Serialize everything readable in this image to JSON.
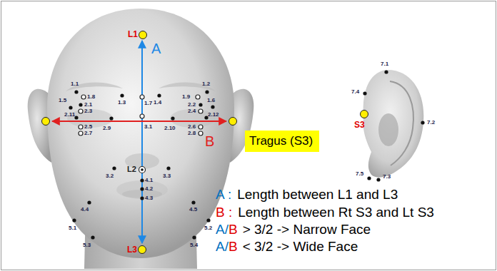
{
  "diagram": {
    "nodes": [
      {
        "text": [
          "Tragus (S3)"
        ]
      }
    ],
    "labels": [
      "L1",
      "A",
      "1.1",
      "1.2",
      "1.5",
      "1.8",
      "1.3",
      "1.7",
      "1.4",
      "1.9",
      "1.6",
      "2.1",
      "2.2",
      "2.3",
      "2.4",
      "2.11",
      "2.5",
      "2.6",
      "2.12",
      "2.7",
      "2.9",
      "3.1",
      "2.10",
      "2.8",
      "B",
      "L2",
      "3.2",
      "3.3",
      "4.1",
      "4.2",
      "4.3",
      "4.4",
      "4.5",
      "5.1",
      "5.2",
      "5.3",
      "L3",
      "5.4",
      "7.1",
      "7.4",
      "S3",
      "7.2",
      "7.5",
      "7.3",
      "A :",
      "Length between L1 and L3",
      "B :",
      "Length between Rt S3 and Lt S3",
      "A/",
      "B",
      "> 3/2 -> Narrow Face",
      "A/",
      "B",
      "< 3/2 -> Wide Face"
    ]
  }
}
